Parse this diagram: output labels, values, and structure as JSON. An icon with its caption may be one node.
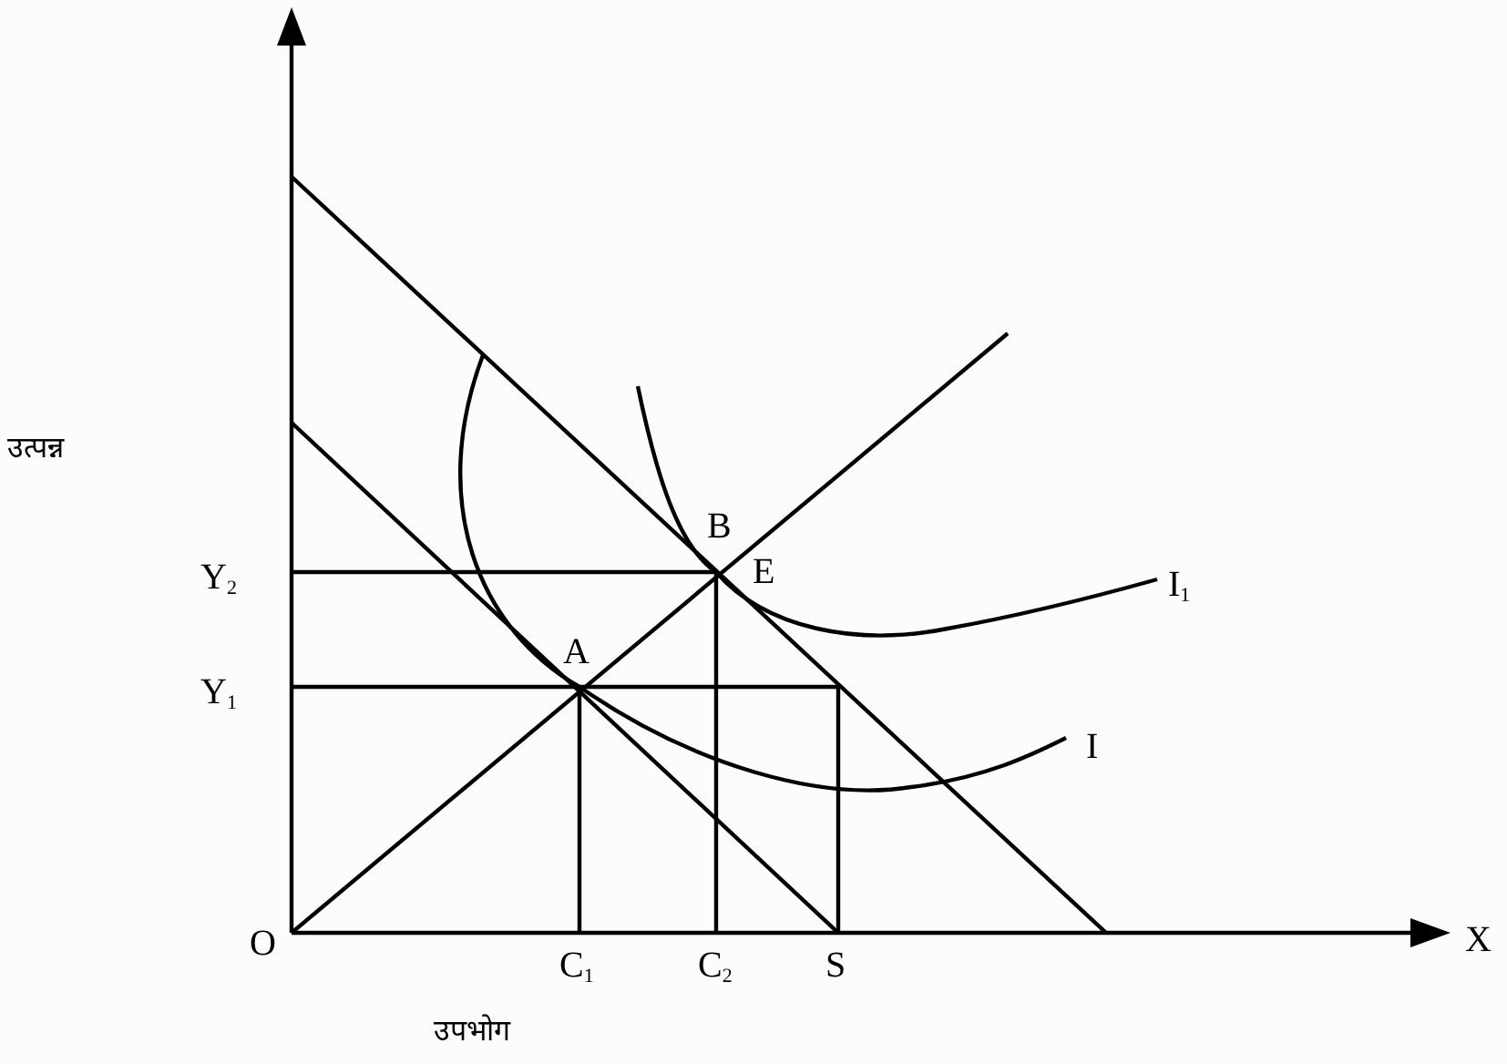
{
  "diagram": {
    "labels": [
      "उत्पन्न",
      "Y$_{2}$",
      "Y$_{1}$",
      "B",
      "E",
      "A",
      "I$_{1}$",
      "I",
      "O",
      "C$_{1}$",
      "C$_{2}$",
      "S",
      "X",
      "उपभोग"
    ]
  }
}
